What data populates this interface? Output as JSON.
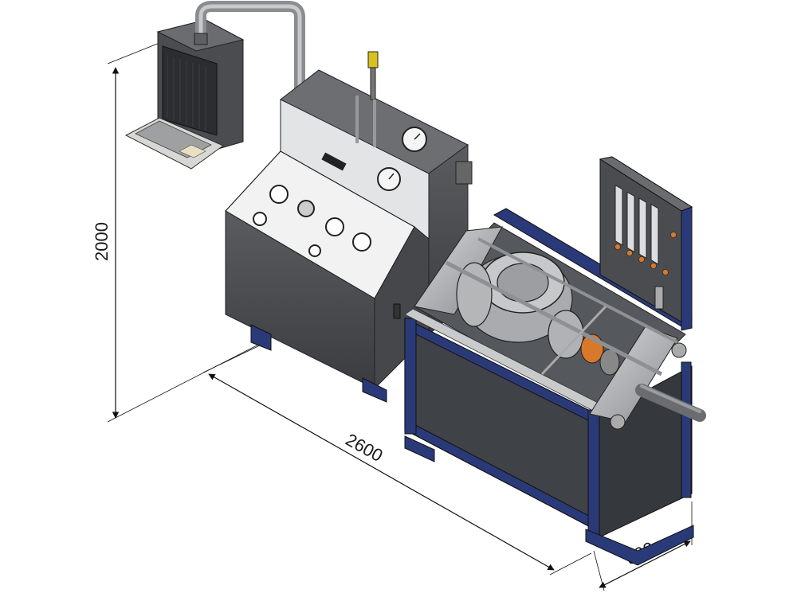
{
  "dimensions": {
    "height": "2000",
    "length": "2600",
    "depth": "800"
  },
  "colors": {
    "frame_blue": "#2a3a78",
    "panel_white": "#f2f2f2",
    "cabinet_gray": "#505256",
    "cabinet_dark": "#3c3e42",
    "metal_light": "#b9bbbe",
    "metal_mid": "#8e9094",
    "accent_orange": "#d8782a",
    "beacon_yellow": "#d8c020"
  }
}
